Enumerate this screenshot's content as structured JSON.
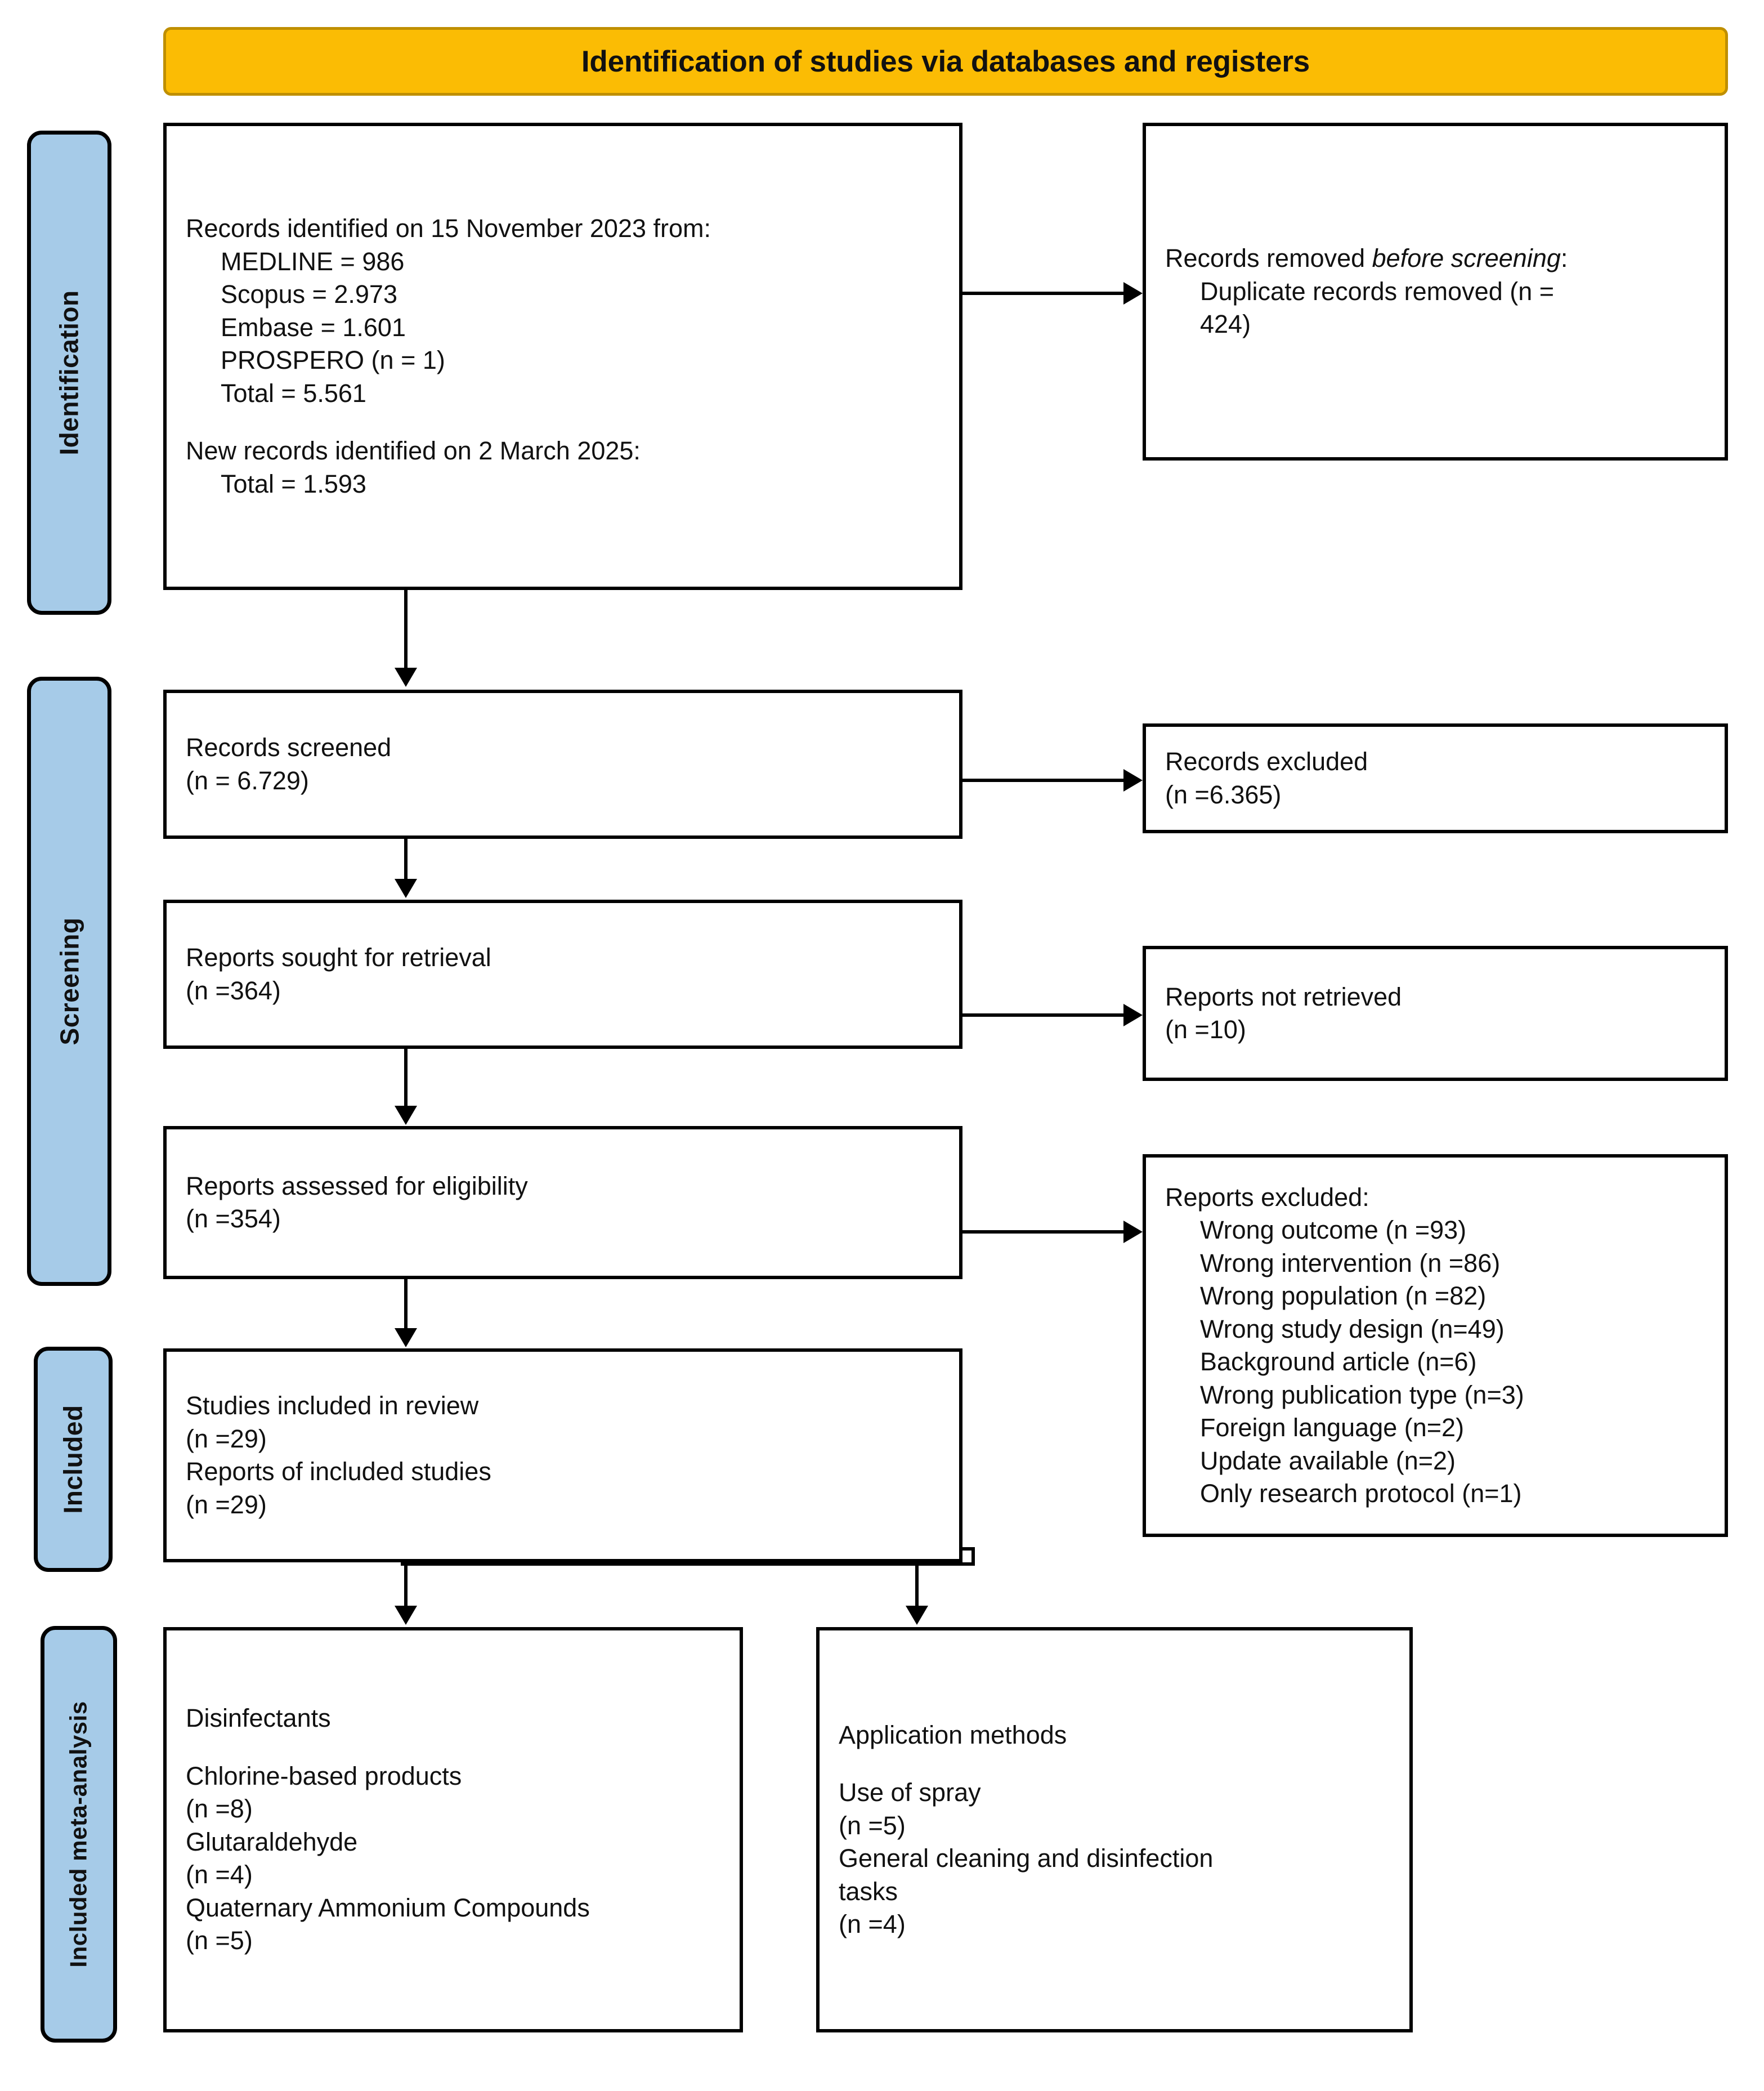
{
  "header": {
    "title": "Identification of studies via databases and registers"
  },
  "stages": [
    {
      "key": "identification",
      "label": "Identification"
    },
    {
      "key": "screening",
      "label": "Screening"
    },
    {
      "key": "included",
      "label": "Included"
    },
    {
      "key": "included_meta",
      "label": "Included meta-analysis"
    }
  ],
  "boxes": {
    "records_identified": {
      "lines": [
        "Records identified on 15 November 2023 from:",
        "MEDLINE = 986",
        "Scopus = 2.973",
        "Embase = 1.601",
        "PROSPERO (n = 1)",
        "Total = 5.561",
        "New records identified on 2 March 2025:",
        "Total = 1.593"
      ]
    },
    "records_removed": {
      "line1_prefix": "Records removed ",
      "line1_italic": "before screening",
      "line1_suffix": ":",
      "line2": "Duplicate records removed (n =",
      "line3": "424)"
    },
    "records_screened": {
      "label": "Records screened",
      "count": "(n = 6.729)"
    },
    "records_excluded": {
      "label": "Records excluded",
      "count": "(n =6.365)"
    },
    "reports_sought": {
      "label": "Reports sought for retrieval",
      "count": "(n =364)"
    },
    "reports_not_retrieved": {
      "label": "Reports not retrieved",
      "count": "(n =10)"
    },
    "reports_assessed": {
      "label": "Reports assessed for eligibility",
      "count": "(n =354)"
    },
    "reports_excluded": {
      "title": "Reports excluded:",
      "reasons": [
        "Wrong outcome (n =93)",
        "Wrong intervention (n =86)",
        "Wrong population (n =82)",
        "Wrong study design (n=49)",
        "Background article (n=6)",
        "Wrong publication type (n=3)",
        "Foreign language (n=2)",
        "Update available (n=2)",
        "Only research protocol (n=1)"
      ]
    },
    "studies_included": {
      "label1": "Studies included in review",
      "count1": "(n =29)",
      "label2": "Reports of included studies",
      "count2": "(n =29)"
    },
    "disinfectants": {
      "title": "Disinfectants",
      "items": [
        {
          "name": "Chlorine-based products",
          "count": "(n =8)"
        },
        {
          "name": "Glutaraldehyde",
          "count": "(n =4)"
        },
        {
          "name": "Quaternary Ammonium Compounds",
          "count": "(n =5)"
        }
      ]
    },
    "application_methods": {
      "title": "Application methods",
      "items": [
        {
          "name": "Use of spray",
          "count": "(n =5)"
        },
        {
          "name": "General cleaning and disinfection",
          "name2": "tasks",
          "count": "(n =4)"
        }
      ]
    }
  },
  "colors": {
    "banner_fill": "#FBBC04",
    "banner_border": "#BF8F00",
    "stage_fill": "#A6CBE8",
    "box_border": "#000000",
    "text": "#111111"
  }
}
